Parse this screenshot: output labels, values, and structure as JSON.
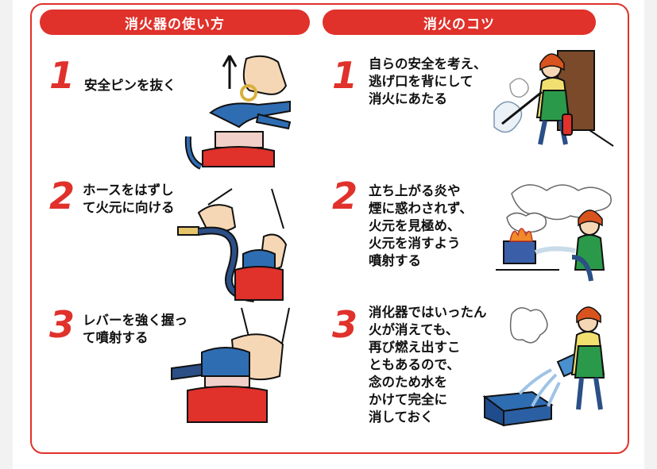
{
  "left_header": "消火器の使い方",
  "right_header": "消火のコツ",
  "left_steps": [
    {
      "number": "1",
      "lines": [
        "安全ピンを抜く"
      ]
    },
    {
      "number": "2",
      "lines": [
        "ホースをはずし",
        "て火元に向ける"
      ]
    },
    {
      "number": "3",
      "lines": [
        "レバーを強く握っ",
        "て噴射する"
      ]
    }
  ],
  "right_steps": [
    {
      "number": "1",
      "lines": [
        "自らの安全を考え、",
        "逃げ口を背にして",
        "消火にあたる"
      ]
    },
    {
      "number": "2",
      "lines": [
        "立ち上がる炎や",
        "煙に惑わされず、",
        "火元を見極め、",
        "火元を消すよう",
        "噴射する"
      ]
    },
    {
      "number": "3",
      "lines": [
        "消化器ではいったん",
        "火が消えても、",
        "再び燃え出すこ",
        "ともあるので、",
        "念のため水を",
        "かけて完全に",
        "消しておく"
      ]
    }
  ],
  "colors": {
    "accent": "#e0312b",
    "extinguisher_blue": "#2f6db3",
    "skin": "#f6d7b5",
    "apron": "#2a9a4a"
  }
}
